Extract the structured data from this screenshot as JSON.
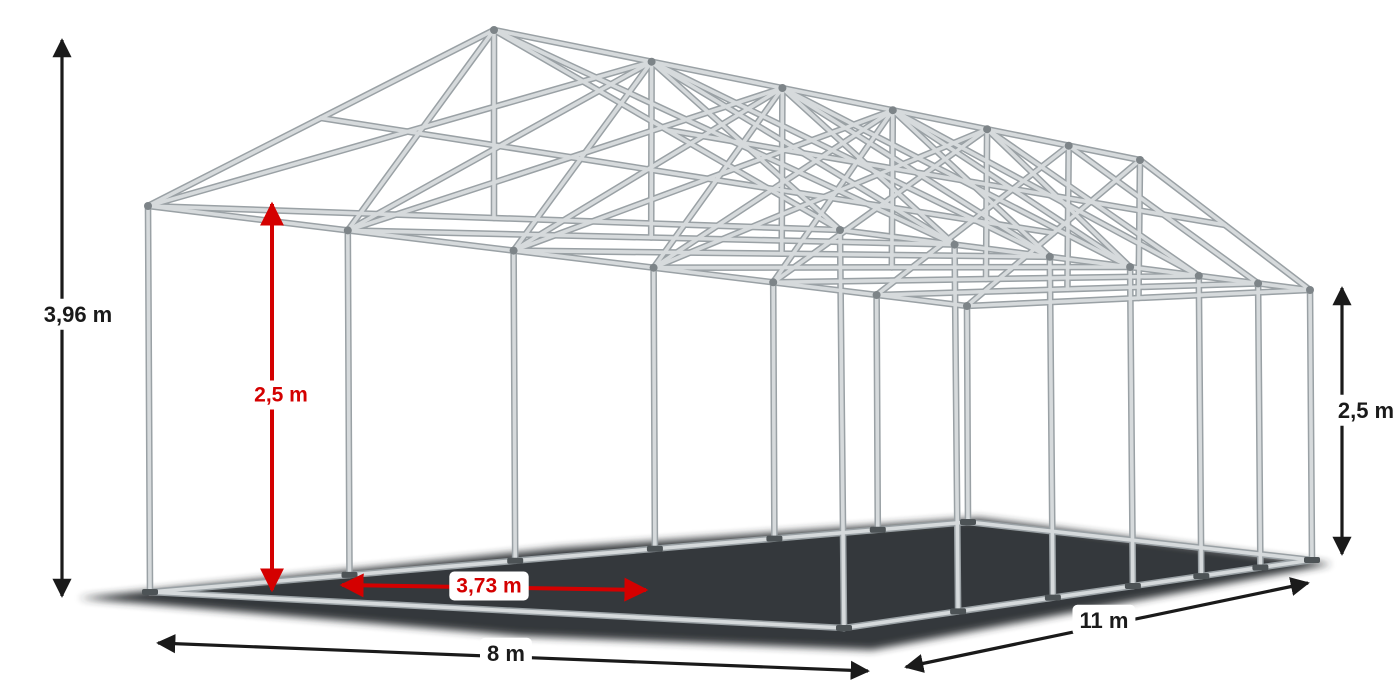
{
  "diagram": {
    "dimensions": {
      "total_height": "3,96 m",
      "front_side_height": "2,5 m",
      "back_side_height": "2,5 m",
      "bay_spacing": "3,73 m",
      "width": "8 m",
      "length": "11 m"
    },
    "colors": {
      "dimension_black": "#1a1a1a",
      "dimension_red": "#d40000",
      "frame_light": "#d6dadc",
      "frame_dark": "#9aa1a5",
      "joint": "#7d8488",
      "base_plate": "#4d5356",
      "shadow": "#2b2e30",
      "background": "#ffffff"
    }
  }
}
